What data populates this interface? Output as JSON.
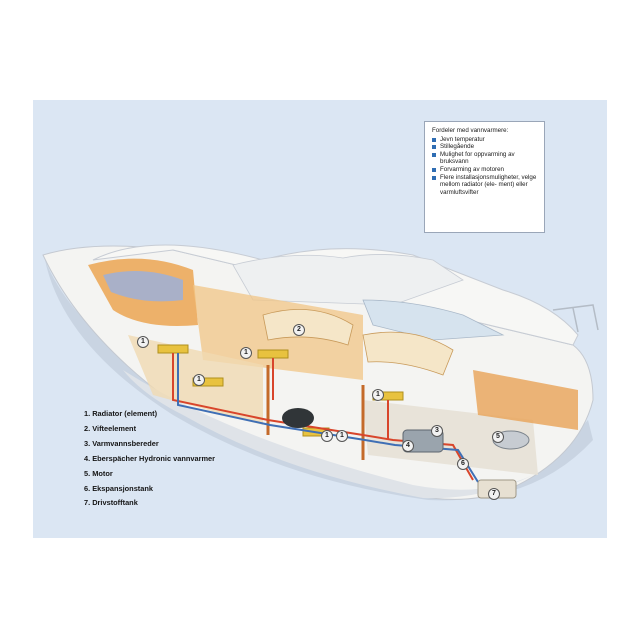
{
  "infobox": {
    "title": "Fordeler med vannvarmere:",
    "items": [
      "Jevn temperatur",
      "Stillegående",
      "Mulighet for oppvarming av bruksvann",
      "Forvarming av motoren",
      "Flere installasjonsmuligheter, velge mellom radiator (ele- ment) eller varmluftsvifter"
    ]
  },
  "legend": [
    "1. Radiator (element)",
    "2. Vifteelement",
    "3. Varmvannsbereder",
    "4. Eberspächer Hydronic vannvarmer",
    "5. Motor",
    "6. Ekspansjonstank",
    "7. Drivstofftank"
  ],
  "markers": [
    "1",
    "1",
    "1",
    "1",
    "1",
    "1",
    "2",
    "3",
    "4",
    "5",
    "6",
    "7"
  ],
  "colors": {
    "background": "#dbe6f3",
    "hull": "#f4f4f2",
    "wood": "#e9a04a",
    "hot_pipe": "#d8452b",
    "cold_pipe": "#3f6fb5",
    "bullet": "#2f6db3"
  }
}
